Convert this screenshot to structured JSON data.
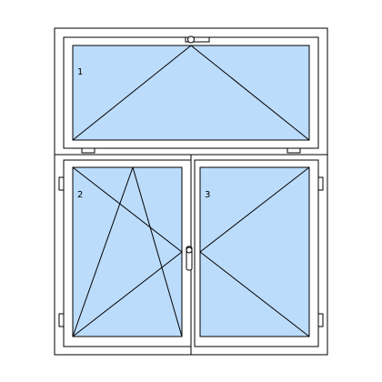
{
  "panes": [
    {
      "number": "1",
      "kind": "top-hung"
    },
    {
      "number": "2",
      "kind": "tilt-turn"
    },
    {
      "number": "3",
      "kind": "side-hung"
    }
  ],
  "colors": {
    "glass": "#bcdcfc",
    "frame": "#ffffff",
    "line": "#000000"
  }
}
